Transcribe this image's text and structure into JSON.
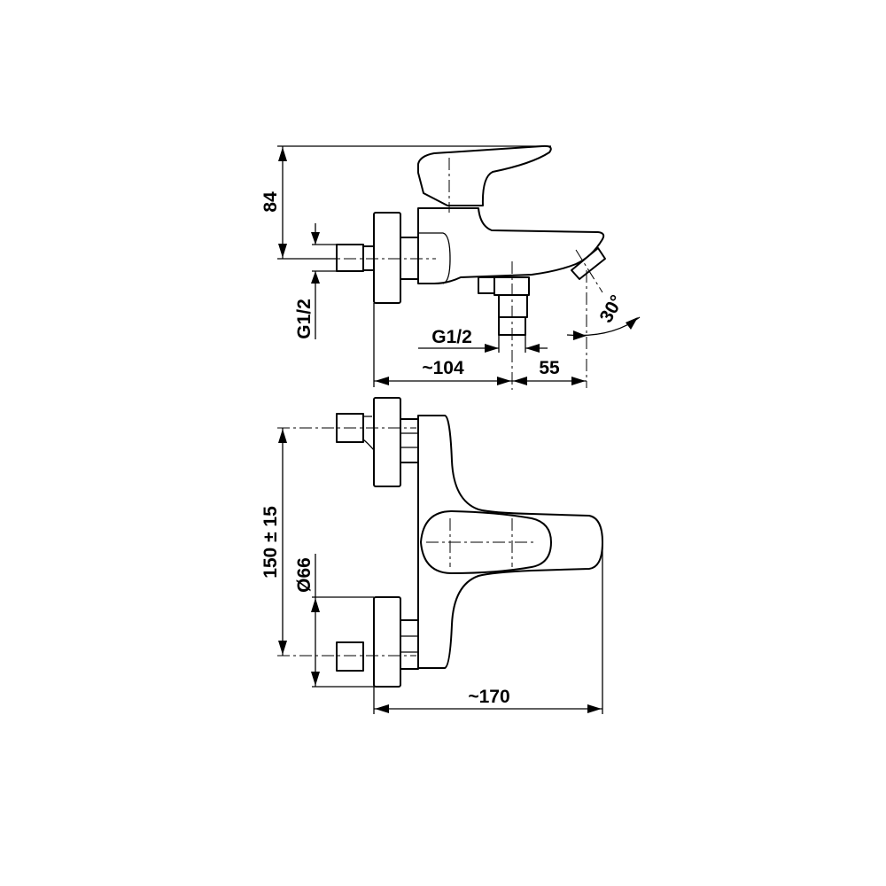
{
  "drawing": {
    "side_view": {
      "height_label": "84",
      "inlet_thread_label": "G1/2",
      "outlet_thread_label": "G1/2",
      "depth_label": "~104",
      "spout_offset_label": "55",
      "angle_label": "30°"
    },
    "front_view": {
      "center_distance_label": "150 ± 15",
      "flange_diameter_label": "Ø66",
      "width_label": "~170"
    }
  }
}
